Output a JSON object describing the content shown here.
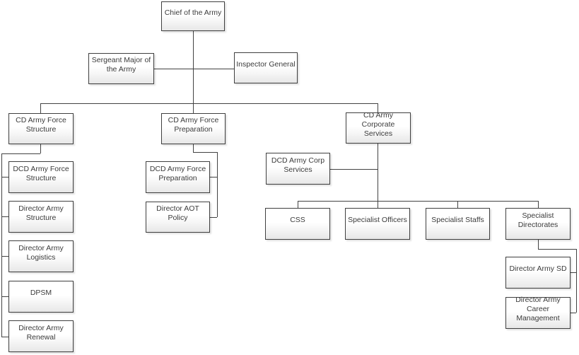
{
  "diagram": {
    "type": "org-chart",
    "background": "#ffffff",
    "colors": {
      "node_border": "#3f3f3f",
      "node_fill_top": "#ffffff",
      "node_fill_bottom": "#e7e7e7",
      "node_text": "#3b3b3b",
      "connector": "#424242"
    }
  },
  "nodes": {
    "chief": {
      "label": "Chief of the Army",
      "reports_to": null
    },
    "sergeant_major": {
      "label": "Sergeant Major of the Army",
      "reports_to": "chief"
    },
    "inspector_general": {
      "label": "Inspector General",
      "reports_to": "chief"
    },
    "cd_army_force_structure": {
      "label": "CD Army Force Structure",
      "reports_to": "chief"
    },
    "cd_army_force_preparation": {
      "label": "CD Army Force Preparation",
      "reports_to": "chief"
    },
    "cd_army_corporate_services": {
      "label": "CD Army Corporate Services",
      "reports_to": "chief"
    },
    "dcd_army_force_structure": {
      "label": "DCD Army Force Structure",
      "reports_to": "cd_army_force_structure"
    },
    "director_army_structure": {
      "label": "Director Army Structure",
      "reports_to": "cd_army_force_structure"
    },
    "director_army_logistics": {
      "label": "Director Army Logistics",
      "reports_to": "cd_army_force_structure"
    },
    "dpsm": {
      "label": "DPSM",
      "reports_to": "cd_army_force_structure"
    },
    "director_army_renewal": {
      "label": "Director Army Renewal",
      "reports_to": "cd_army_force_structure"
    },
    "dcd_army_force_preparation": {
      "label": "DCD Army Force Preparation",
      "reports_to": "cd_army_force_preparation"
    },
    "director_aot_policy": {
      "label": "Director AOT Policy",
      "reports_to": "cd_army_force_preparation"
    },
    "dcd_army_corp_services": {
      "label": "DCD Army Corp Services",
      "reports_to": "cd_army_corporate_services"
    },
    "css": {
      "label": "CSS",
      "reports_to": "cd_army_corporate_services"
    },
    "specialist_officers": {
      "label": "Specialist Officers",
      "reports_to": "cd_army_corporate_services"
    },
    "specialist_staffs": {
      "label": "Specialist Staffs",
      "reports_to": "cd_army_corporate_services"
    },
    "specialist_directorates": {
      "label": "Specialist Directorates",
      "reports_to": "cd_army_corporate_services"
    },
    "director_army_sd": {
      "label": "Director Army SD",
      "reports_to": "specialist_directorates"
    },
    "director_army_career_management": {
      "label": "Director Army Career Management",
      "reports_to": "specialist_directorates"
    }
  }
}
